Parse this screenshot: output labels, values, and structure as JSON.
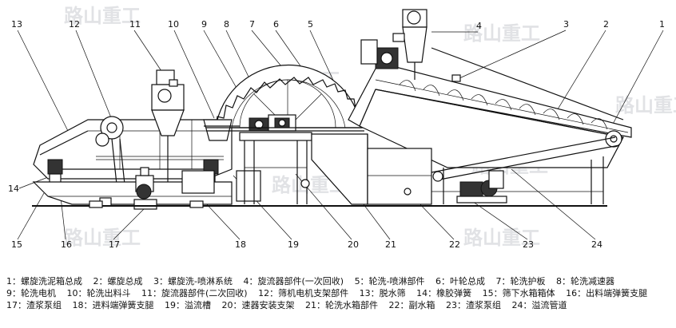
{
  "watermark": "路山重工",
  "callouts": [
    "1",
    "2",
    "3",
    "4",
    "5",
    "6",
    "7",
    "8",
    "9",
    "10",
    "11",
    "12",
    "13",
    "14",
    "15",
    "16",
    "17",
    "18",
    "19",
    "20",
    "21",
    "22",
    "23",
    "24"
  ],
  "legend": {
    "rows": [
      [
        "1：螺旋洗泥箱总成",
        "2：螺旋总成",
        "3：螺旋洗-喷淋系统",
        "4：旋流器部件(一次回收)",
        "5：轮洗-喷淋部件",
        "6：叶轮总成",
        "7：轮洗护板",
        "8：轮洗减速器"
      ],
      [
        "9：轮洗电机",
        "10：轮洗出料斗",
        "11：旋流器部件(二次回收)",
        "12：筛机电机支架部件",
        "13：脱水筛",
        "14：橡胶弹簧",
        "15：筛下水箱箱体",
        "16：出料端弹簧支腿"
      ],
      [
        "17：渣浆泵组",
        "18：进料端弹簧支腿",
        "19：溢流槽",
        "20：速器安装支架",
        "21：轮洗水箱部件",
        "22：副水箱",
        "23：渣浆泵组",
        "24：溢流管道"
      ]
    ]
  }
}
